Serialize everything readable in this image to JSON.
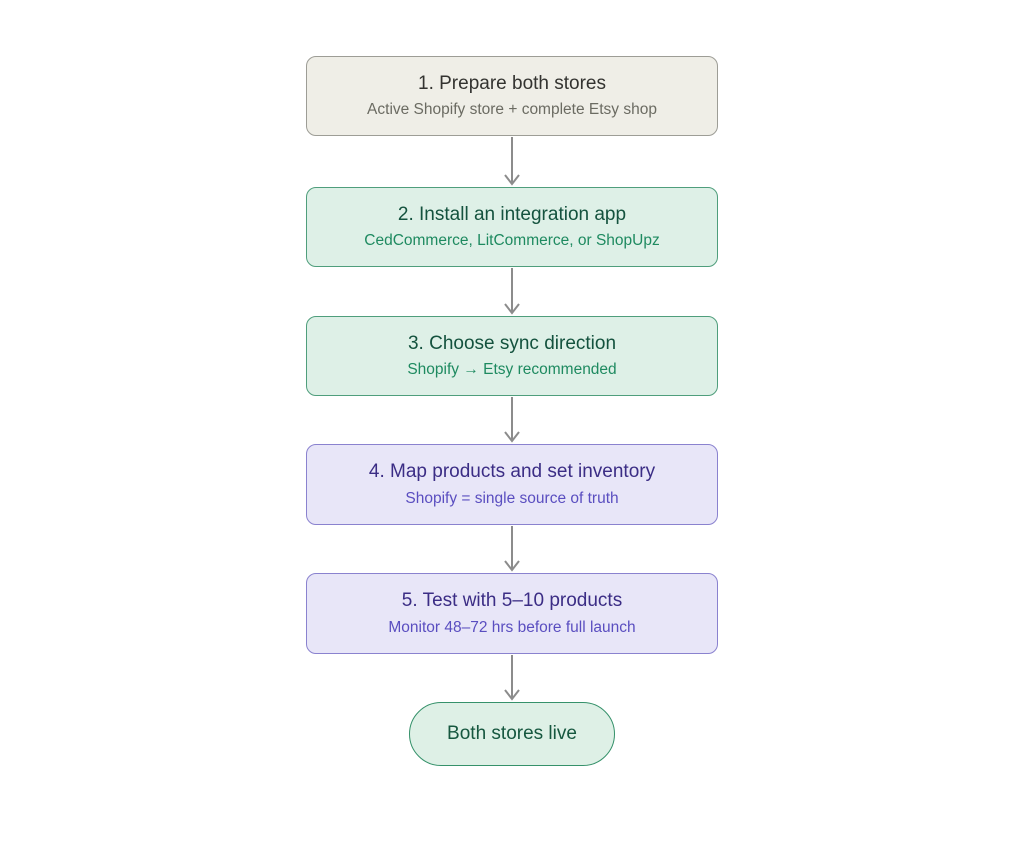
{
  "diagram": {
    "type": "flowchart",
    "direction": "top-down",
    "nodes": [
      {
        "id": "step1",
        "title": "1. Prepare both stores",
        "subtitle": "Active Shopify store + complete Etsy shop",
        "variant": "gray",
        "shape": "rounded-rect"
      },
      {
        "id": "step2",
        "title": "2. Install an integration app",
        "subtitle": "CedCommerce, LitCommerce, or ShopUpz",
        "variant": "green",
        "shape": "rounded-rect"
      },
      {
        "id": "step3",
        "title": "3. Choose sync direction",
        "subtitle": "Shopify → Etsy recommended",
        "variant": "green",
        "shape": "rounded-rect"
      },
      {
        "id": "step4",
        "title": "4. Map products and set inventory",
        "subtitle": "Shopify = single source of truth",
        "variant": "purple",
        "shape": "rounded-rect"
      },
      {
        "id": "step5",
        "title": "5. Test with 5–10 products",
        "subtitle": "Monitor 48–72 hrs before full launch",
        "variant": "purple",
        "shape": "rounded-rect"
      },
      {
        "id": "end",
        "title": "Both stores live",
        "subtitle": "",
        "variant": "green",
        "shape": "stadium"
      }
    ],
    "edges": [
      {
        "from": "step1",
        "to": "step2"
      },
      {
        "from": "step2",
        "to": "step3"
      },
      {
        "from": "step3",
        "to": "step4"
      },
      {
        "from": "step4",
        "to": "step5"
      },
      {
        "from": "step5",
        "to": "end"
      }
    ],
    "palette": {
      "background": "#ffffff",
      "gray_fill": "#efeee7",
      "gray_border": "#9d9d96",
      "gray_title": "#333330",
      "gray_subtitle": "#6b6b62",
      "green_fill": "#def0e7",
      "green_border": "#4f9e7c",
      "green_title": "#14523e",
      "green_subtitle": "#1e8a60",
      "purple_fill": "#e8e6f8",
      "purple_border": "#8a82cf",
      "purple_title": "#3b2d85",
      "purple_subtitle": "#5a4ec0",
      "arrow": "#8c8c8c"
    }
  }
}
